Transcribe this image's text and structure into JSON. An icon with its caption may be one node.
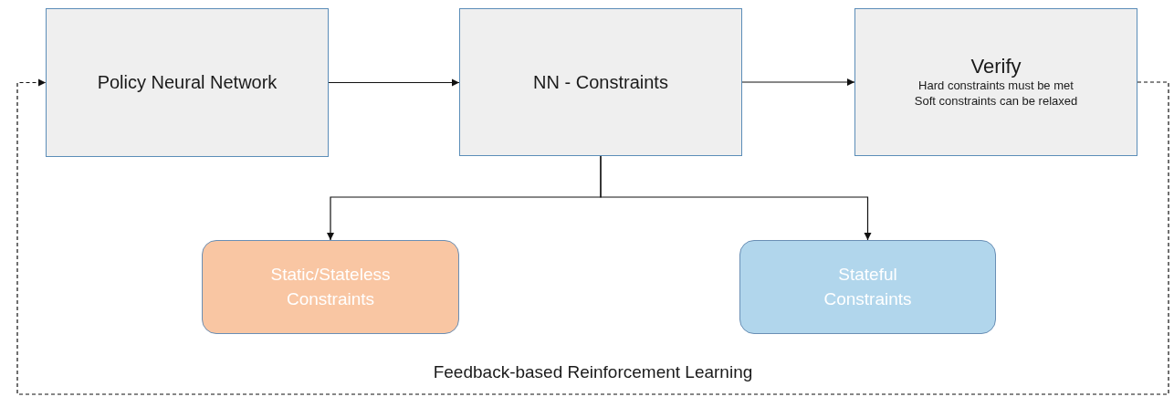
{
  "diagram": {
    "nodes": [
      {
        "text": [
          "Policy Neural Network"
        ]
      },
      {
        "text": [
          "NN - Constraints"
        ]
      },
      {
        "text": [
          "Verify",
          "Hard constraints must be met Soft constraints can be relaxed"
        ]
      },
      {
        "text": [
          "Static/Stateless Constraints"
        ]
      },
      {
        "text": [
          "Stateful Constraints"
        ]
      }
    ],
    "edges": [
      {
        "from": 0,
        "to": 1,
        "arrow": "to"
      },
      {
        "from": 1,
        "to": 2,
        "arrow": "to"
      },
      {
        "from": 1,
        "to": 3,
        "arrow": "to"
      },
      {
        "from": 1,
        "to": 4,
        "arrow": "to"
      },
      {
        "from": 2,
        "to": 0,
        "arrow": "to",
        "style": "dashed",
        "label": "Feedback-based Reinforcement Learning"
      }
    ]
  }
}
